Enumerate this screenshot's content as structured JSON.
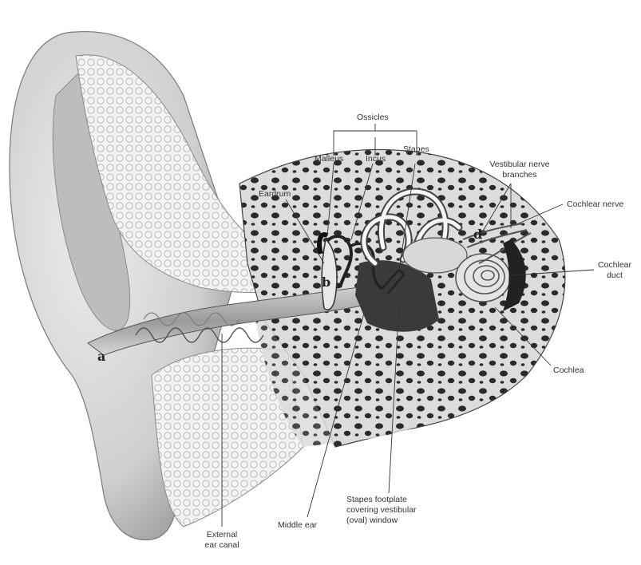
{
  "labels": {
    "ossicles": "Ossicles",
    "malleus": "Malleus",
    "incus": "Incus",
    "stapes": "Stapes",
    "eardrum": "Eardrum",
    "vestibular_nerve_1": "Vestibular nerve",
    "vestibular_nerve_2": "branches",
    "cochlear_nerve": "Cochlear nerve",
    "cochlear_duct_1": "Cochlear",
    "cochlear_duct_2": "duct",
    "cochlea": "Cochlea",
    "external_canal_1": "External",
    "external_canal_2": "ear canal",
    "middle_ear": "Middle ear",
    "stapes_footplate_1": "Stapes footplate",
    "stapes_footplate_2": "covering vestibular",
    "stapes_footplate_3": "(oval) window"
  },
  "letters": {
    "a": "a",
    "b": "b",
    "c": "c",
    "d": "d"
  },
  "colors": {
    "ink": "#333333",
    "shade": "#8a8a8a",
    "dark": "#2a2a2a",
    "bone": "#f2f2f2"
  }
}
